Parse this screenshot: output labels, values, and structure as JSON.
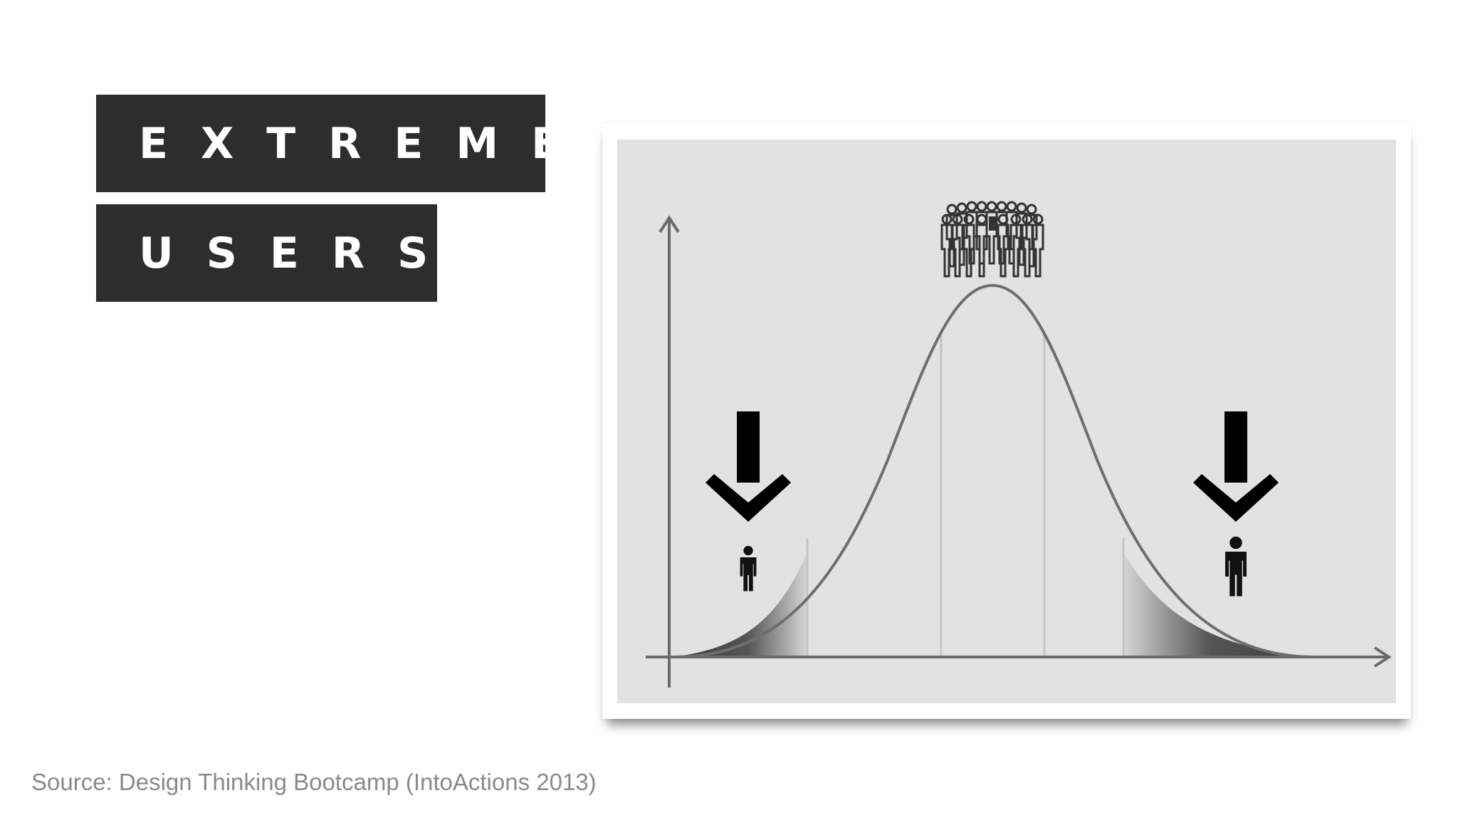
{
  "title": {
    "line1": "EXTREME",
    "line2": "USERS"
  },
  "source": "Source: Design Thinking Bootcamp (IntoActions 2013)",
  "diagram": {
    "type": "normal-distribution-illustration",
    "icons": [
      "crowd-icon",
      "arrow-down-icon",
      "person-icon"
    ],
    "colors": {
      "background": "#e2e2e2",
      "curve": "#6e6e6e",
      "icon": "#000000",
      "title_box": "#2d2d2d"
    }
  }
}
